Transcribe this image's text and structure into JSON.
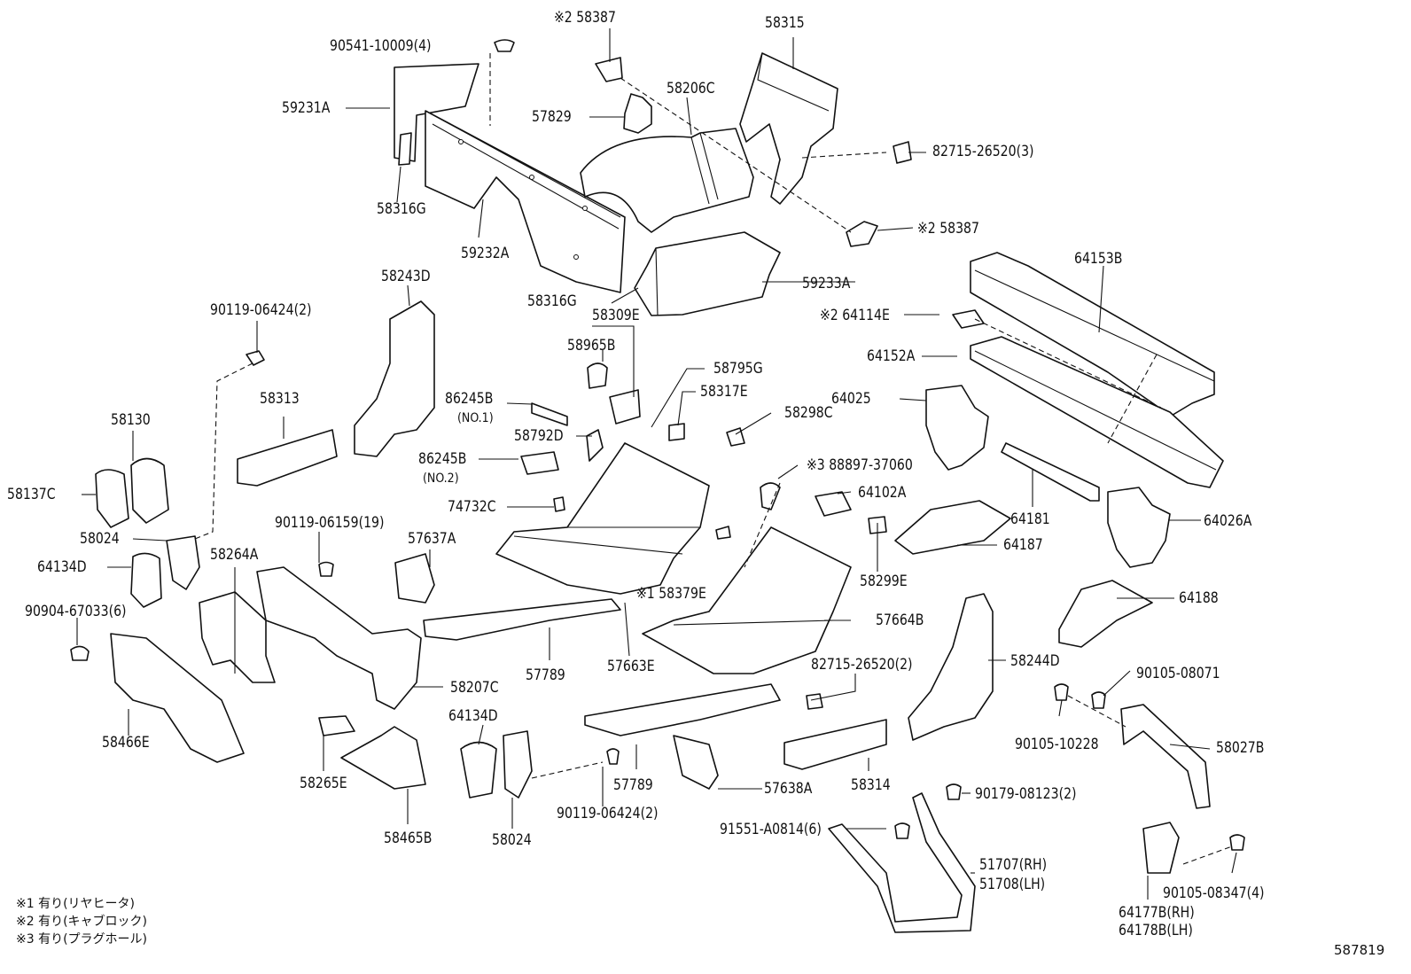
{
  "labels": {
    "p_90541": "90541-10009(4)",
    "p_58387_top": "※2 58387",
    "p_58315": "58315",
    "p_58206C": "58206C",
    "p_59231A": "59231A",
    "p_57829": "57829",
    "p_82715_a": "82715-26520(3)",
    "p_58316G_a": "58316G",
    "p_58387_r": "※2 58387",
    "p_59232A": "59232A",
    "p_64153B": "64153B",
    "p_59233A": "59233A",
    "p_58243D": "58243D",
    "p_58316G_b": "58316G",
    "p_58309E": "58309E",
    "p_64114E": "※2 64114E",
    "p_90119_a": "90119-06424(2)",
    "p_58965B": "58965B",
    "p_64152A": "64152A",
    "p_58795G": "58795G",
    "p_64025": "64025",
    "p_86245B_1": "86245B",
    "p_no1": "(NO.1)",
    "p_58317E": "58317E",
    "p_58298C": "58298C",
    "p_58313": "58313",
    "p_58130": "58130",
    "p_58792D": "58792D",
    "p_86245B_2": "86245B",
    "p_no2": "(NO.2)",
    "p_88897": "※3 88897-37060",
    "p_58137C": "58137C",
    "p_74732C": "74732C",
    "p_64102A": "64102A",
    "p_64181": "64181",
    "p_64026A": "64026A",
    "p_90119_b": "90119-06159(19)",
    "p_57637A": "57637A",
    "p_58024_a": "58024",
    "p_64187": "64187",
    "p_64134D_a": "64134D",
    "p_58264A": "58264A",
    "p_58379E": "※1 58379E",
    "p_58299E": "58299E",
    "p_90904": "90904-67033(6)",
    "p_64188": "64188",
    "p_57664B": "57664B",
    "p_82715_b": "82715-26520(2)",
    "p_58244D": "58244D",
    "p_57789_a": "57789",
    "p_57663E": "57663E",
    "p_90105_08071": "90105-08071",
    "p_58207C": "58207C",
    "p_64134D_b": "64134D",
    "p_90105_10228": "90105-10228",
    "p_58027B": "58027B",
    "p_58466E": "58466E",
    "p_58265E": "58265E",
    "p_57789_b": "57789",
    "p_57638A": "57638A",
    "p_58314": "58314",
    "p_90179": "90179-08123(2)",
    "p_90119_c": "90119-06424(2)",
    "p_91551": "91551-A0814(6)",
    "p_58465B": "58465B",
    "p_58024_b": "58024",
    "p_51707": "51707(RH)",
    "p_51708": "51708(LH)",
    "p_64177B": "64177B(RH)",
    "p_64178B": "64178B(LH)",
    "p_90105_08347": "90105-08347(4)"
  },
  "notes": [
    "※1 有り(リヤヒータ)",
    "※2 有り(キャブロック)",
    "※3 有り(プラグホール)"
  ],
  "diagram_code": "587819"
}
